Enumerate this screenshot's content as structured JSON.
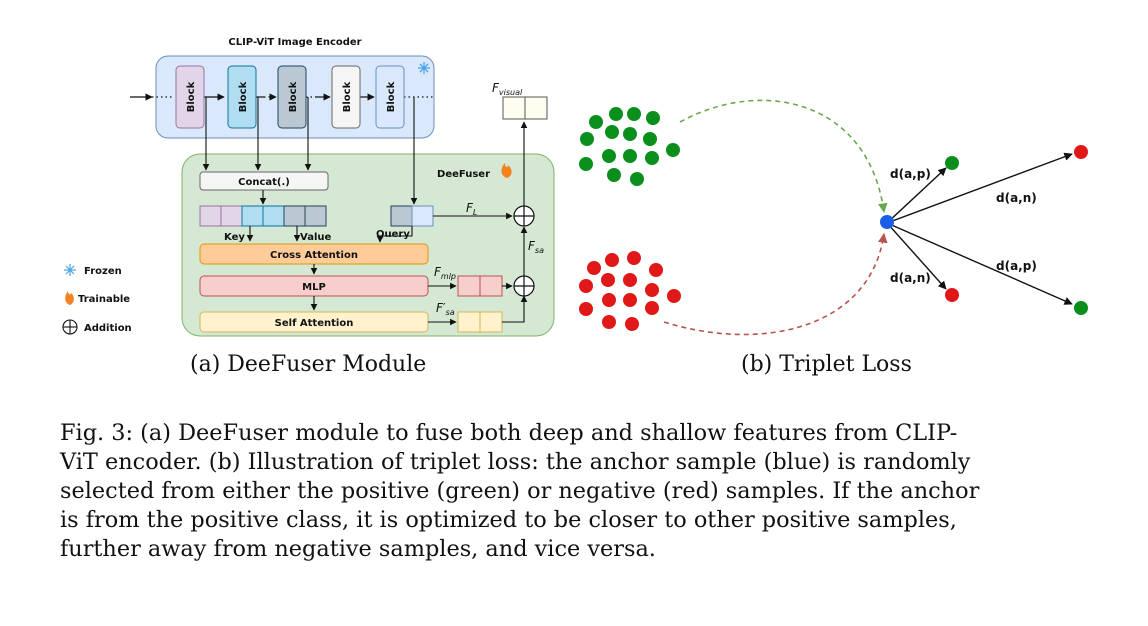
{
  "deefuser": {
    "encoder_title": "CLIP-ViT Image Encoder",
    "block_label": "Block",
    "module_label": "DeeFuser",
    "concat_label": "Concat(.)",
    "key_label": "Key",
    "value_label": "Value",
    "query_label": "Query",
    "cross_attention": "Cross Attention",
    "mlp": "MLP",
    "self_attention": "Self Attention",
    "f_visual": "F",
    "f_visual_sub": "visual",
    "f_l": "F",
    "f_l_sub": "L",
    "f_sa": "F",
    "f_sa_sub": "sa",
    "f_mlp": "F",
    "f_mlp_sub": "mlp",
    "f_sa_prime": "F′",
    "f_sa_prime_sub": "sa",
    "legend": {
      "frozen": "Frozen",
      "trainable": "Trainable",
      "addition": "Addition"
    },
    "colors": {
      "encoder_bg": "#dae8fc",
      "module_bg": "#d5e8d4",
      "block_purple": "#e1d5e7",
      "block_cyan": "#b1ddf0",
      "block_slate": "#bac8d3",
      "block_white": "#f5f5f5",
      "block_light_blue": "#dae8fc",
      "cross_attention": "#ffcc99",
      "mlp": "#f8cecc",
      "self_attention": "#fff2cc"
    }
  },
  "triplet": {
    "label_d_ap_top": "d(a,p)",
    "label_d_an_top": "d(a,n)",
    "label_d_an_bottom": "d(a,n)",
    "label_d_ap_bottom": "d(a,p)",
    "colors": {
      "positive": "#0a8f1d",
      "negative": "#e01818",
      "anchor": "#1a5ee8"
    }
  },
  "subcaption_a": "(a) DeeFuser Module",
  "subcaption_b": "(b) Triplet Loss",
  "caption": {
    "line1": "Fig. 3: (a) DeeFuser module to fuse both deep and shallow features from CLIP-",
    "line2": "ViT encoder. (b) Illustration of triplet loss: the anchor sample (blue) is randomly",
    "line3": "selected from either the positive (green) or negative (red) samples. If the anchor",
    "line4": "is from the positive class, it is optimized to be closer to other positive samples,",
    "line5": "further away from negative samples, and vice versa."
  }
}
